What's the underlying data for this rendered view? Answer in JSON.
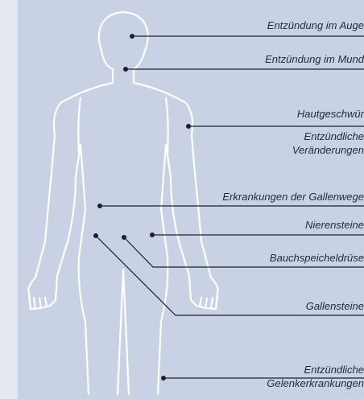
{
  "labels": {
    "eye": "Entzündung im Auge",
    "mouth": "Entzündung im Mund",
    "skin_ulcer": "Hautgeschwür",
    "inflammatory_1": "Entzündliche",
    "inflammatory_2": "Veränderungen",
    "bile_ducts": "Erkrankungen der Gallenwege",
    "kidney_stones": "Nierensteine",
    "pancreas": "Bauchspeicheldrüse",
    "gallstones": "Gallensteine",
    "joint_1": "Entzündliche",
    "joint_2": "Gelenkerkrankungen"
  },
  "colors": {
    "background": "#c9d2e4",
    "left_band": "#e3e8f1",
    "body_outline": "#ffffff",
    "leader_line": "#1a1f2b",
    "label_text": "#1e2a3f"
  }
}
